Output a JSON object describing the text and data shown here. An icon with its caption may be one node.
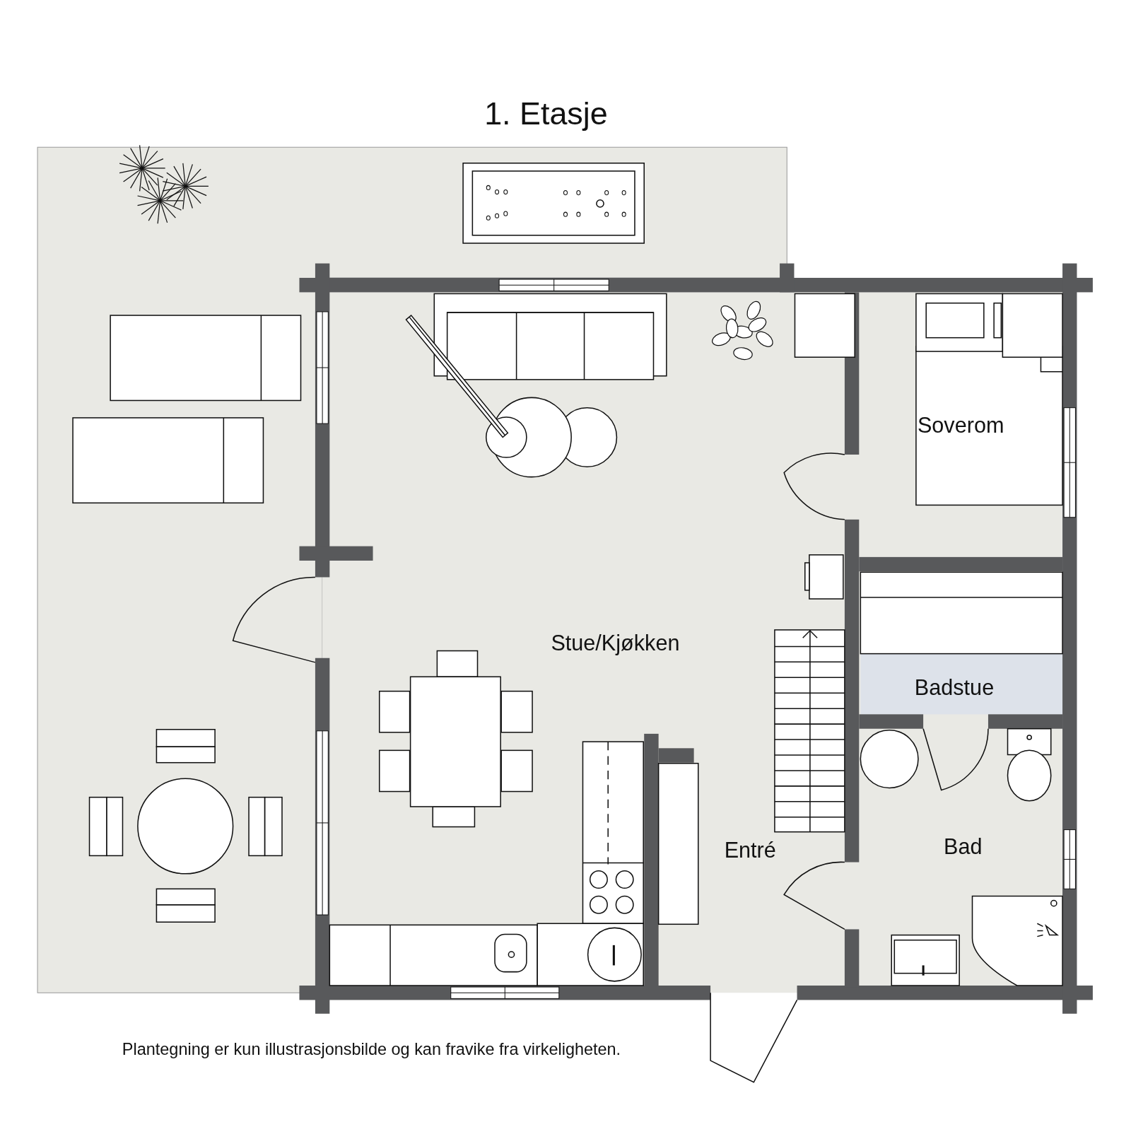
{
  "diagram": {
    "title": "1. Etasje",
    "labels": [
      "Soverom",
      "Stue/Kjøkken",
      "Badstue",
      "Entré",
      "Bad"
    ],
    "caption": "Plantegning er kun illustrasjonsbilde og kan fravike fra virkeligheten."
  }
}
